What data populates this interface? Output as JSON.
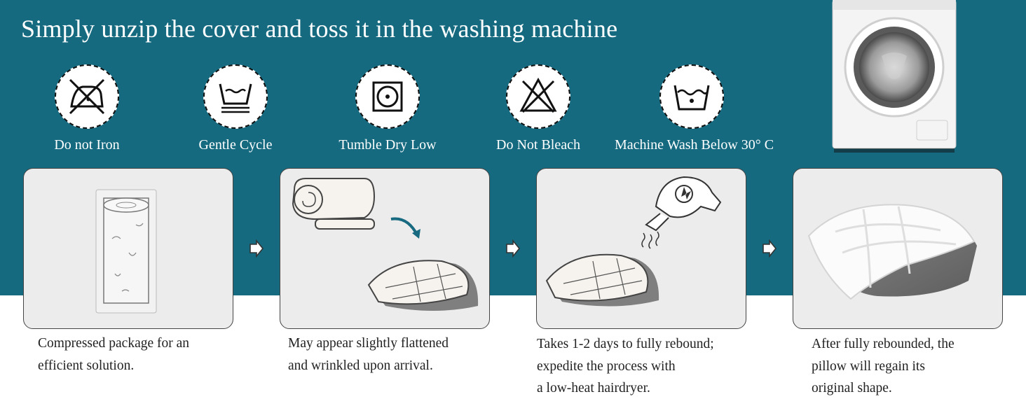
{
  "headline": "Simply unzip the cover and toss it in the washing machine",
  "care_icons": [
    {
      "icon": "no-iron-icon",
      "label": "Do not Iron"
    },
    {
      "icon": "gentle-cycle-icon",
      "label": "Gentle Cycle"
    },
    {
      "icon": "tumble-dry-low-icon",
      "label": "Tumble Dry Low"
    },
    {
      "icon": "no-bleach-icon",
      "label": "Do Not Bleach"
    },
    {
      "icon": "machine-wash-30-icon",
      "label": "Machine Wash Below 30° C"
    }
  ],
  "steps": [
    {
      "illustration": "compressed-roll-illustration",
      "caption": "Compressed package for an\nefficient solution."
    },
    {
      "illustration": "unrolling-pillow-illustration",
      "caption": "May appear slightly flattened\nand wrinkled upon arrival."
    },
    {
      "illustration": "hairdryer-pillow-illustration",
      "caption": "Takes 1-2 days to fully rebound;\nexpedite the process with\na low-heat hairdryer."
    },
    {
      "illustration": "rebounded-pillow-photo",
      "caption": "After fully rebounded, the\npillow will regain its\noriginal shape."
    }
  ],
  "colors": {
    "band": "#156a80",
    "text_light": "#ffffff",
    "caption": "#222222",
    "panel_bg": "#ececec"
  }
}
